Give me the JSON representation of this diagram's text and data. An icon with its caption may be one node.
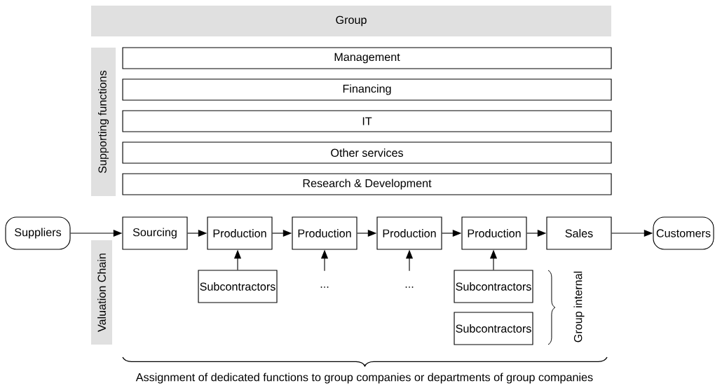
{
  "diagram": {
    "nodes": [
      {
        "text": [
          "Group"
        ]
      },
      {
        "text": [
          "Supporting functions"
        ]
      },
      {
        "text": [
          "Management"
        ]
      },
      {
        "text": [
          "Financing"
        ]
      },
      {
        "text": [
          "IT"
        ]
      },
      {
        "text": [
          "Other services"
        ]
      },
      {
        "text": [
          "Research & Development"
        ]
      },
      {
        "text": [
          "Valuation Chain"
        ]
      },
      {
        "text": [
          "Suppliers"
        ]
      },
      {
        "text": [
          "Sourcing"
        ]
      },
      {
        "text": [
          "Production"
        ]
      },
      {
        "text": [
          "Production"
        ]
      },
      {
        "text": [
          "Production"
        ]
      },
      {
        "text": [
          "Production"
        ]
      },
      {
        "text": [
          "Sales"
        ]
      },
      {
        "text": [
          "Customers"
        ]
      },
      {
        "text": [
          "Subcontractors"
        ]
      },
      {
        "text": [
          "..."
        ]
      },
      {
        "text": [
          "..."
        ]
      },
      {
        "text": [
          "Subcontractors"
        ]
      },
      {
        "text": [
          "Subcontractors"
        ]
      }
    ],
    "edges": [
      {
        "from": 8,
        "to": 9,
        "arrow": "to"
      },
      {
        "from": 9,
        "to": 10,
        "arrow": "to"
      },
      {
        "from": 10,
        "to": 11,
        "arrow": "to"
      },
      {
        "from": 11,
        "to": 12,
        "arrow": "to"
      },
      {
        "from": 12,
        "to": 13,
        "arrow": "to"
      },
      {
        "from": 13,
        "to": 14,
        "arrow": "to"
      },
      {
        "from": 14,
        "to": 15,
        "arrow": "to"
      },
      {
        "from": 16,
        "to": 10,
        "arrow": "to"
      },
      {
        "from": 17,
        "to": 11,
        "arrow": "to"
      },
      {
        "from": 18,
        "to": 12,
        "arrow": "to"
      },
      {
        "from": 19,
        "to": 13,
        "arrow": "to"
      }
    ],
    "labels": [
      "Group internal",
      "Assignment of dedicated functions to group companies or departments of group companies"
    ]
  }
}
